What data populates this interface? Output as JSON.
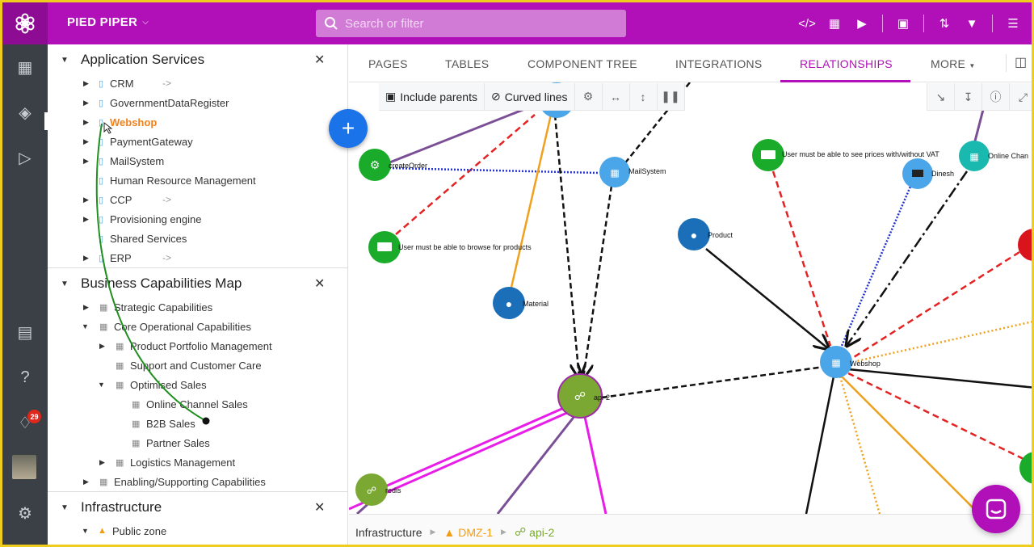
{
  "app": {
    "workspace": "PIED PIPER",
    "search_placeholder": "Search or filter",
    "notification_count": "29"
  },
  "sections": [
    {
      "title": "Application Services",
      "items": [
        {
          "label": "CRM",
          "arrow": "->"
        },
        {
          "label": "GovernmentDataRegister"
        },
        {
          "label": "Webshop"
        },
        {
          "label": "PaymentGateway"
        },
        {
          "label": "MailSystem"
        },
        {
          "label": "Human Resource Management"
        },
        {
          "label": "CCP",
          "arrow": "->"
        },
        {
          "label": "Provisioning engine"
        },
        {
          "label": "Shared Services"
        },
        {
          "label": "ERP",
          "arrow": "->"
        }
      ]
    },
    {
      "title": "Business Capabilities Map",
      "items": [
        {
          "label": "Strategic Capabilities"
        },
        {
          "label": "Core Operational Capabilities"
        },
        {
          "label": "Product Portfolio Management"
        },
        {
          "label": "Support and Customer Care"
        },
        {
          "label": "Optimised Sales"
        },
        {
          "label": "Online Channel Sales"
        },
        {
          "label": "B2B Sales"
        },
        {
          "label": "Partner Sales"
        },
        {
          "label": "Logistics Management"
        },
        {
          "label": "Enabling/Supporting Capabilities"
        }
      ]
    },
    {
      "title": "Infrastructure",
      "items": [
        {
          "label": "Public zone"
        }
      ]
    }
  ],
  "tabs": [
    "PAGES",
    "TABLES",
    "COMPONENT TREE",
    "INTEGRATIONS",
    "RELATIONSHIPS",
    "MORE"
  ],
  "active_tab": "RELATIONSHIPS",
  "toolbar": {
    "include_parents": "Include parents",
    "curved_lines": "Curved lines"
  },
  "graph_nodes": {
    "create_order": "createOrder",
    "mail_system": "MailSystem",
    "user_vat": "User must be able to see prices with/without VAT",
    "dinesh": "Dinesh",
    "online_channel": "Online Chan",
    "user_browse": "User must be able to browse for products",
    "product": "Product",
    "material": "Material",
    "webshop": "Webshop",
    "api2": "api-2",
    "redis": "redis"
  },
  "breadcrumb": {
    "root": "Infrastructure",
    "zone": "DMZ-1",
    "node": "api-2"
  },
  "colors": {
    "topbar": "#b10fb8",
    "accent": "#b10fb8",
    "rail": "#3a4046",
    "highlight": "#f0821c"
  }
}
